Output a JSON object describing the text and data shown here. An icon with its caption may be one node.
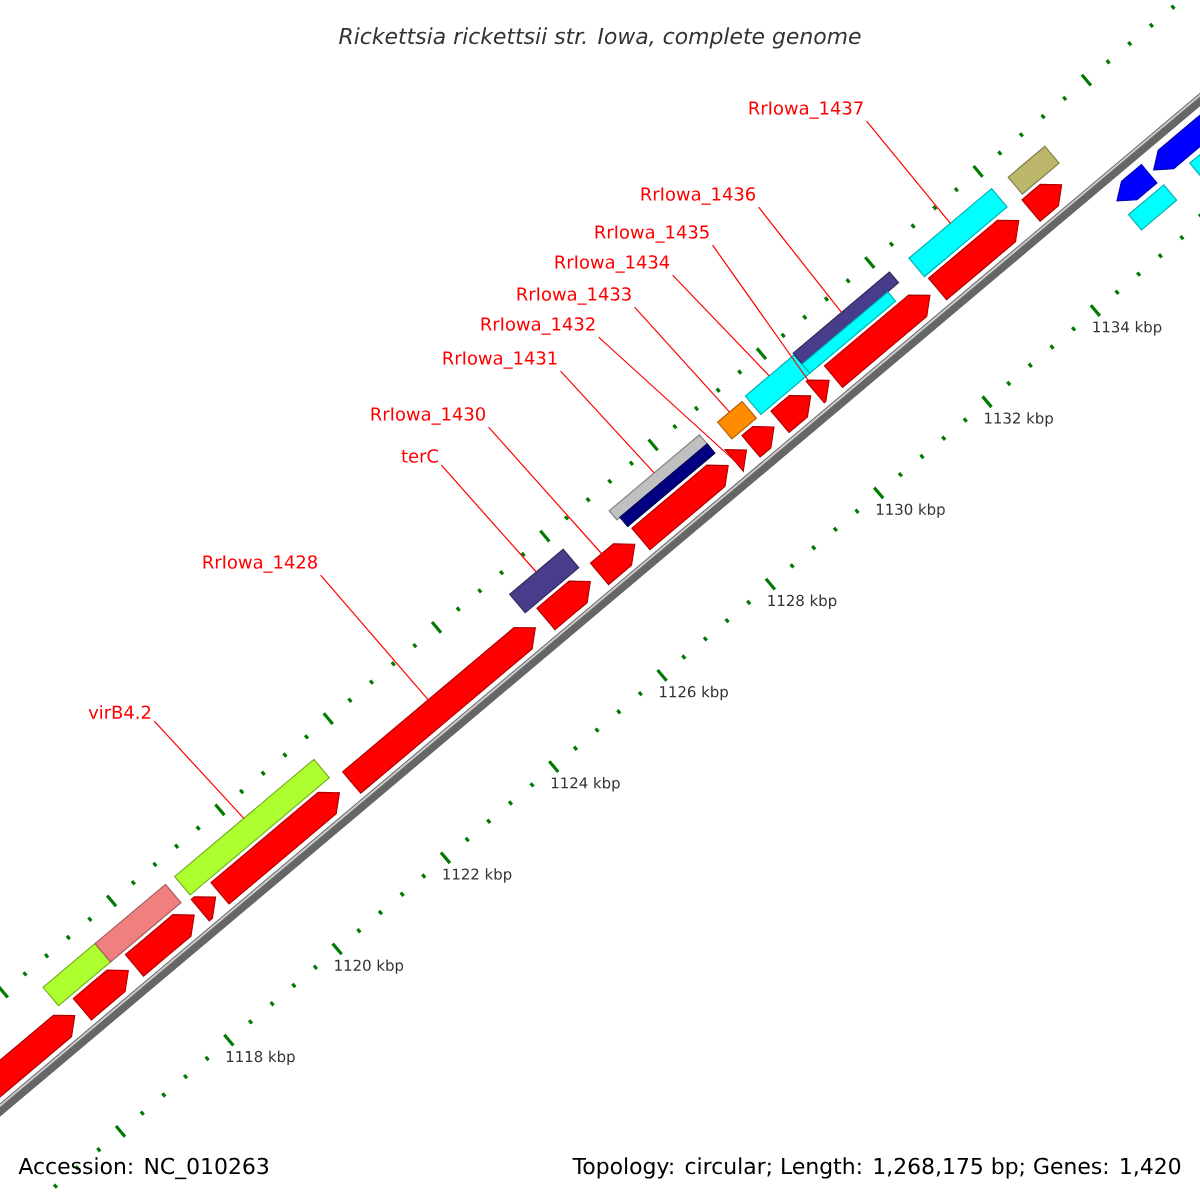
{
  "diagram": {
    "title": "Rickettsia rickettsii str. Iowa, complete genome",
    "nodes": [
      {
        "text": [
          "RrIowa_1437"
        ]
      },
      {
        "text": [
          "RrIowa_1436"
        ]
      },
      {
        "text": [
          "RrIowa_1435"
        ]
      },
      {
        "text": [
          "RrIowa_1434"
        ]
      },
      {
        "text": [
          "RrIowa_1433"
        ]
      },
      {
        "text": [
          "RrIowa_1432"
        ]
      },
      {
        "text": [
          "RrIowa_1431"
        ]
      },
      {
        "text": [
          "RrIowa_1430"
        ]
      },
      {
        "text": [
          "terC"
        ]
      },
      {
        "text": [
          "RrIowa_1428"
        ]
      },
      {
        "text": [
          "virB4.2"
        ]
      },
      {
        "text": [],
        "shape": "arrow"
      },
      {
        "text": [],
        "shape": "box"
      },
      {
        "text": [],
        "shape": "arrow"
      },
      {
        "text": [],
        "shape": "box"
      },
      {
        "text": [],
        "shape": "arrow"
      },
      {
        "text": [],
        "shape": "triangle"
      },
      {
        "text": [],
        "shape": "box"
      },
      {
        "text": [],
        "shape": "arrow"
      },
      {
        "text": [],
        "shape": "arrow"
      },
      {
        "text": [],
        "shape": "box"
      },
      {
        "text": [],
        "shape": "arrow"
      },
      {
        "text": [],
        "shape": "arrow"
      },
      {
        "text": [],
        "shape": "arrow"
      },
      {
        "text": [],
        "shape": "box"
      },
      {
        "text": [],
        "shape": "box"
      },
      {
        "text": [],
        "shape": "triangle"
      },
      {
        "text": [],
        "shape": "box"
      },
      {
        "text": [],
        "shape": "arrow"
      },
      {
        "text": [],
        "shape": "box"
      },
      {
        "text": [],
        "shape": "arrow"
      },
      {
        "text": [],
        "shape": "arrow"
      },
      {
        "text": [],
        "shape": "box"
      },
      {
        "text": [],
        "shape": "box"
      },
      {
        "text": [],
        "shape": "arrow"
      },
      {
        "text": [],
        "shape": "arrow"
      },
      {
        "text": [],
        "shape": "box"
      },
      {
        "text": [],
        "shape": "arrow"
      },
      {
        "text": [],
        "shape": "box"
      },
      {
        "text": [],
        "shape": "box"
      },
      {
        "text": [],
        "shape": "arrow"
      },
      {
        "text": [],
        "shape": "arrow"
      },
      {
        "text": [],
        "shape": "box"
      }
    ],
    "edges": [
      {
        "from": 0,
        "to": 36,
        "arrow": "none"
      },
      {
        "from": 1,
        "to": 32,
        "arrow": "none"
      },
      {
        "from": 2,
        "to": 31,
        "arrow": "none"
      },
      {
        "from": 3,
        "to": 29,
        "arrow": "none"
      },
      {
        "from": 4,
        "to": 27,
        "arrow": "none"
      },
      {
        "from": 5,
        "to": 26,
        "arrow": "none"
      },
      {
        "from": 6,
        "to": 24,
        "arrow": "none"
      },
      {
        "from": 7,
        "to": 22,
        "arrow": "none"
      },
      {
        "from": 8,
        "to": 20,
        "arrow": "none"
      },
      {
        "from": 9,
        "to": 19,
        "arrow": "none"
      },
      {
        "from": 10,
        "to": 17,
        "arrow": "none"
      }
    ],
    "labels": [
      "1134 kbp",
      "1132 kbp",
      "1130 kbp",
      "1128 kbp",
      "1126 kbp",
      "1124 kbp",
      "1122 kbp",
      "1120 kbp",
      "1118 kbp",
      "Accession: NC_010263",
      "Topology: circular; Length: 1,268,175 bp; Genes: 1,420"
    ]
  }
}
